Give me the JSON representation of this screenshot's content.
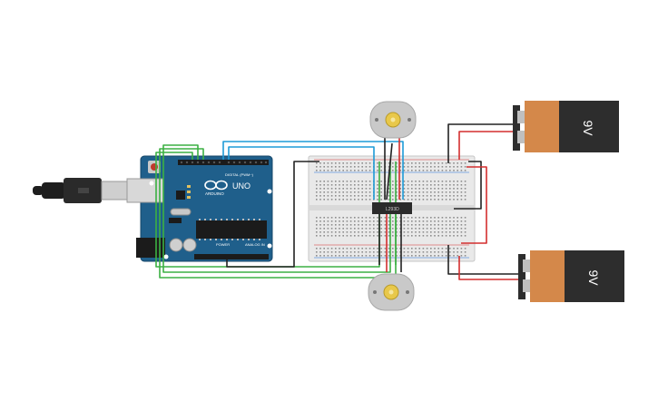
{
  "canvas": {
    "background": "#ffffff"
  },
  "arduino": {
    "brand": "UNO",
    "logo_text": "ARDUINO",
    "digital_header": "DIGITAL (PWM~)",
    "power_label": "POWER",
    "analog_label": "ANALOG IN",
    "board_color": "#1f5f8b"
  },
  "driver_chip": {
    "label": "L293D",
    "color": "#2b2b2b"
  },
  "battery_top": {
    "label": "9V"
  },
  "battery_bottom": {
    "label": "9V"
  },
  "colors": {
    "wire_green": "#3cb043",
    "wire_blue": "#1e9bd7",
    "wire_red": "#d32f2f",
    "wire_black": "#222222",
    "battery_body": "#d4884a",
    "battery_dark": "#2d2d2d"
  }
}
